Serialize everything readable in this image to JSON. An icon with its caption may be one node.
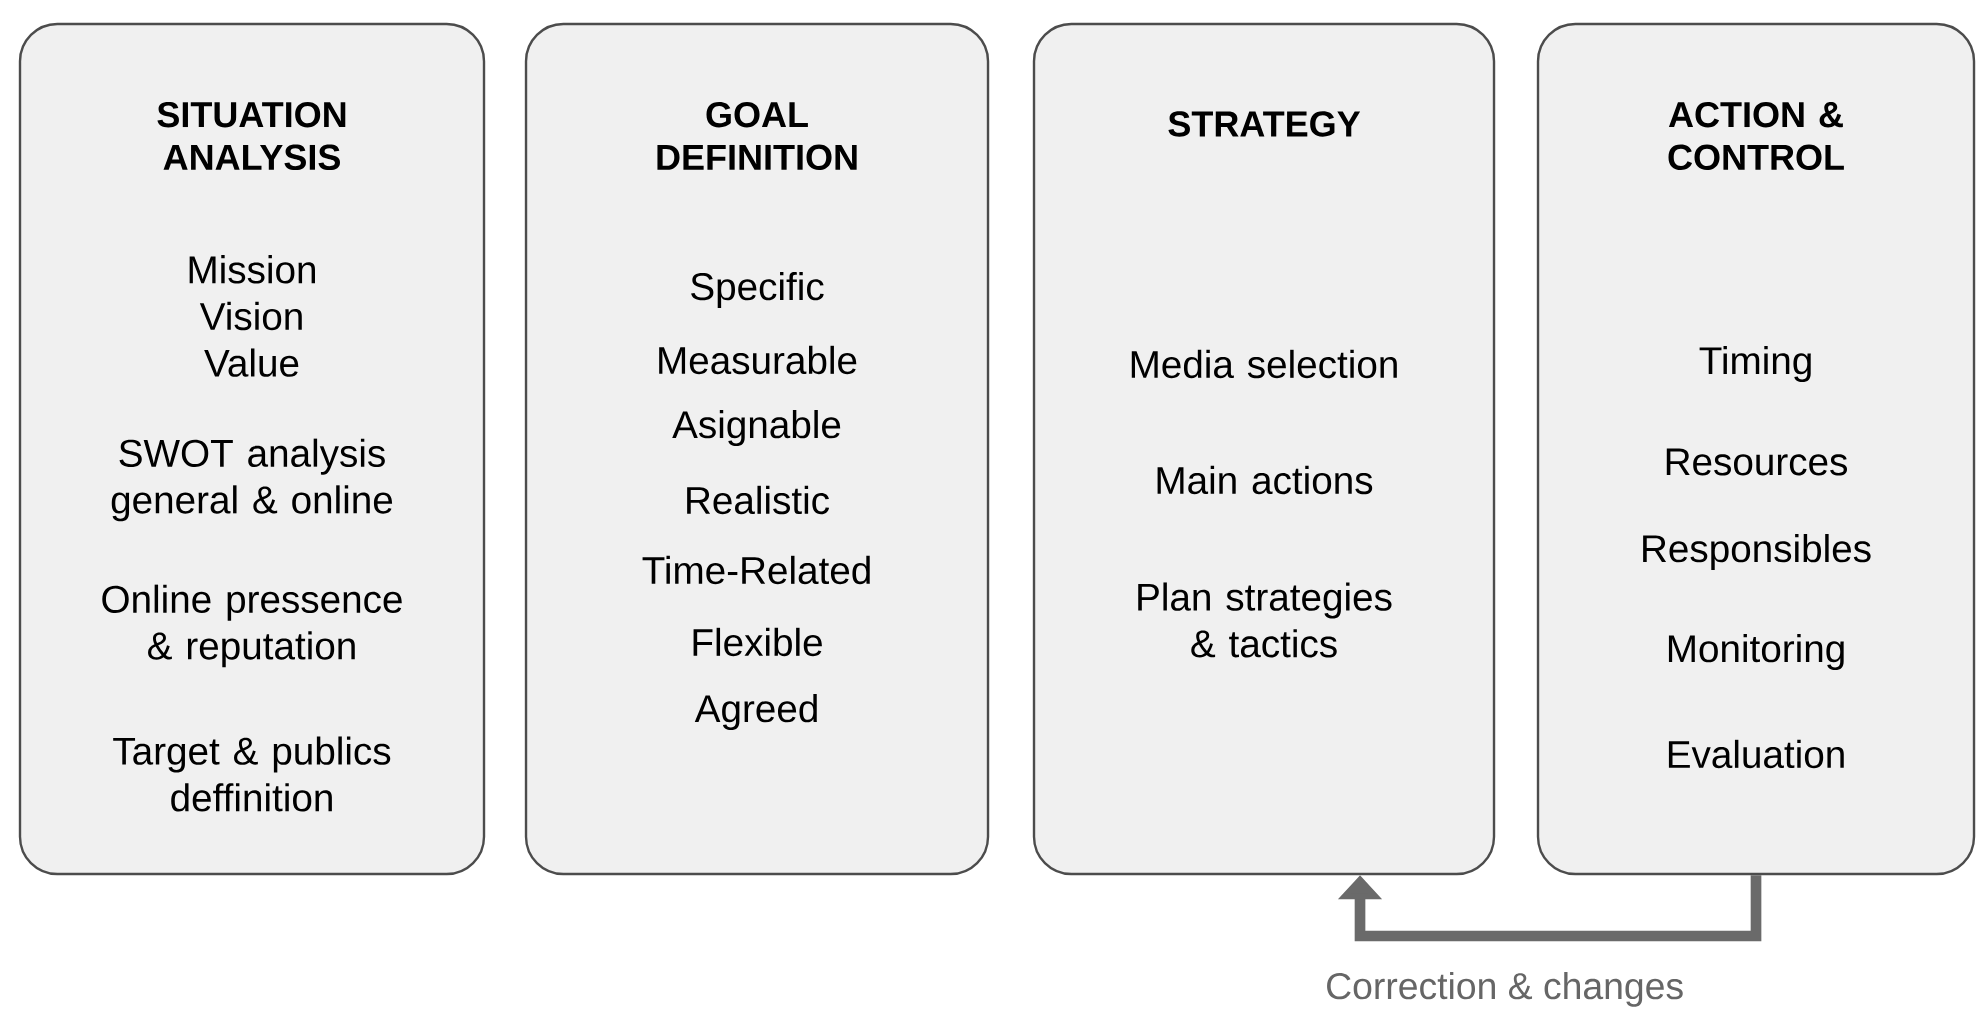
{
  "diagram": {
    "nodes": [
      {
        "text": [
          "SITUATION ANALYSIS",
          "Mission Vision Value",
          "SWOT analysis general & online",
          "Online pressence & reputation",
          "Target & publics deffinition"
        ]
      },
      {
        "text": [
          "GOAL DEFINITION",
          "Specific",
          "Measurable",
          "Asignable",
          "Realistic",
          "Time-Related",
          "Flexible",
          "Agreed"
        ]
      },
      {
        "text": [
          "STRATEGY",
          "Media selection",
          "Main actions",
          "Plan strategies & tactics"
        ]
      },
      {
        "text": [
          "ACTION & CONTROL",
          "Timing",
          "Resources",
          "Responsibles",
          "Monitoring",
          "Evaluation"
        ]
      }
    ],
    "edges": [
      {
        "from": 3,
        "to": 2,
        "arrow": "to",
        "label": "Correction & changes",
        "color": "#6a6a6a"
      }
    ]
  }
}
